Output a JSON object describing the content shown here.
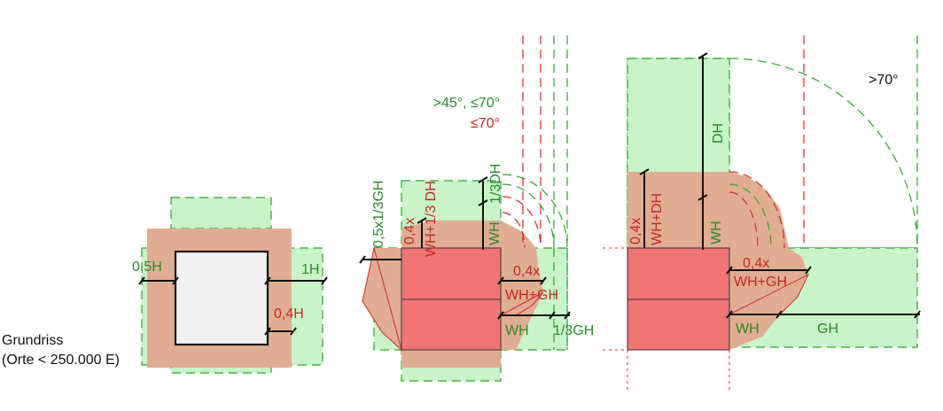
{
  "caption": {
    "line1": "Grundriss",
    "line2": "(Orte < 250.000 E)"
  },
  "left_figure": {
    "label_05h": "0,5H",
    "label_1h": "1H",
    "label_04h": "0,4H"
  },
  "middle_figure": {
    "angle_green": ">45°, ≤70°",
    "angle_red": "≤70°",
    "label_05x13gh": "0,5x1/3GH",
    "label_04x_top": "0,4x",
    "label_wh_13dh": "WH+1/3 DH",
    "label_13dh": "1/3DH",
    "label_wh_vertical": "WH",
    "label_04x_right": "0,4x",
    "label_wh_gh": "WH+GH",
    "label_wh_bottom": "WH",
    "label_13gh": "1/3GH"
  },
  "right_figure": {
    "angle": ">70°",
    "label_dh": "DH",
    "label_04x_vert": "0,4x",
    "label_wh_dh": "WH+DH",
    "label_wh_vertical": "WH",
    "label_04x_horiz": "0,4x",
    "label_wh_gh": "WH+GH",
    "label_wh_bottom": "WH",
    "label_gh": "GH"
  },
  "colors": {
    "green_zone": "#c9f4c9",
    "green_line": "#2fa22f",
    "orange_zone": "#e0ad92",
    "red_building": "#f17575",
    "red_line": "#d42a2a",
    "building_fill": "#f0f0f0"
  }
}
